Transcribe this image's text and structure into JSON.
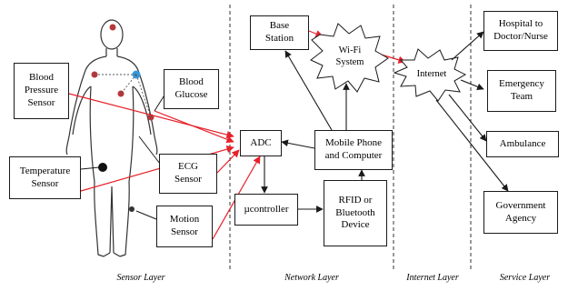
{
  "sensors": {
    "blood_pressure": "Blood\nPressure\nSensor",
    "blood_glucose": "Blood\nGlucose",
    "temperature": "Temperature\nSensor",
    "ecg": "ECG\nSensor",
    "motion": "Motion\nSensor"
  },
  "network": {
    "adc": "ADC",
    "base_station": "Base\nStation",
    "wifi": "Wi-Fi\nSystem",
    "mobile": "Mobile Phone\nand Computer",
    "microcontroller": "µcontroller",
    "rfid": "RFID or\nBluetooth\nDevice"
  },
  "internet": {
    "label": "Internet"
  },
  "services": {
    "hospital": "Hospital to\nDoctor/Nurse",
    "emergency": "Emergency\nTeam",
    "ambulance": "Ambulance",
    "government": "Government\nAgency"
  },
  "layers": {
    "sensor": "Sensor Layer",
    "network": "Network Layer",
    "internet": "Internet Layer",
    "service": "Service Layer"
  },
  "colors": {
    "red_arrow": "#e8202a",
    "black_arrow": "#1a1a1a",
    "dot_red": "#b5383a",
    "dot_blue": "#3399dd"
  }
}
